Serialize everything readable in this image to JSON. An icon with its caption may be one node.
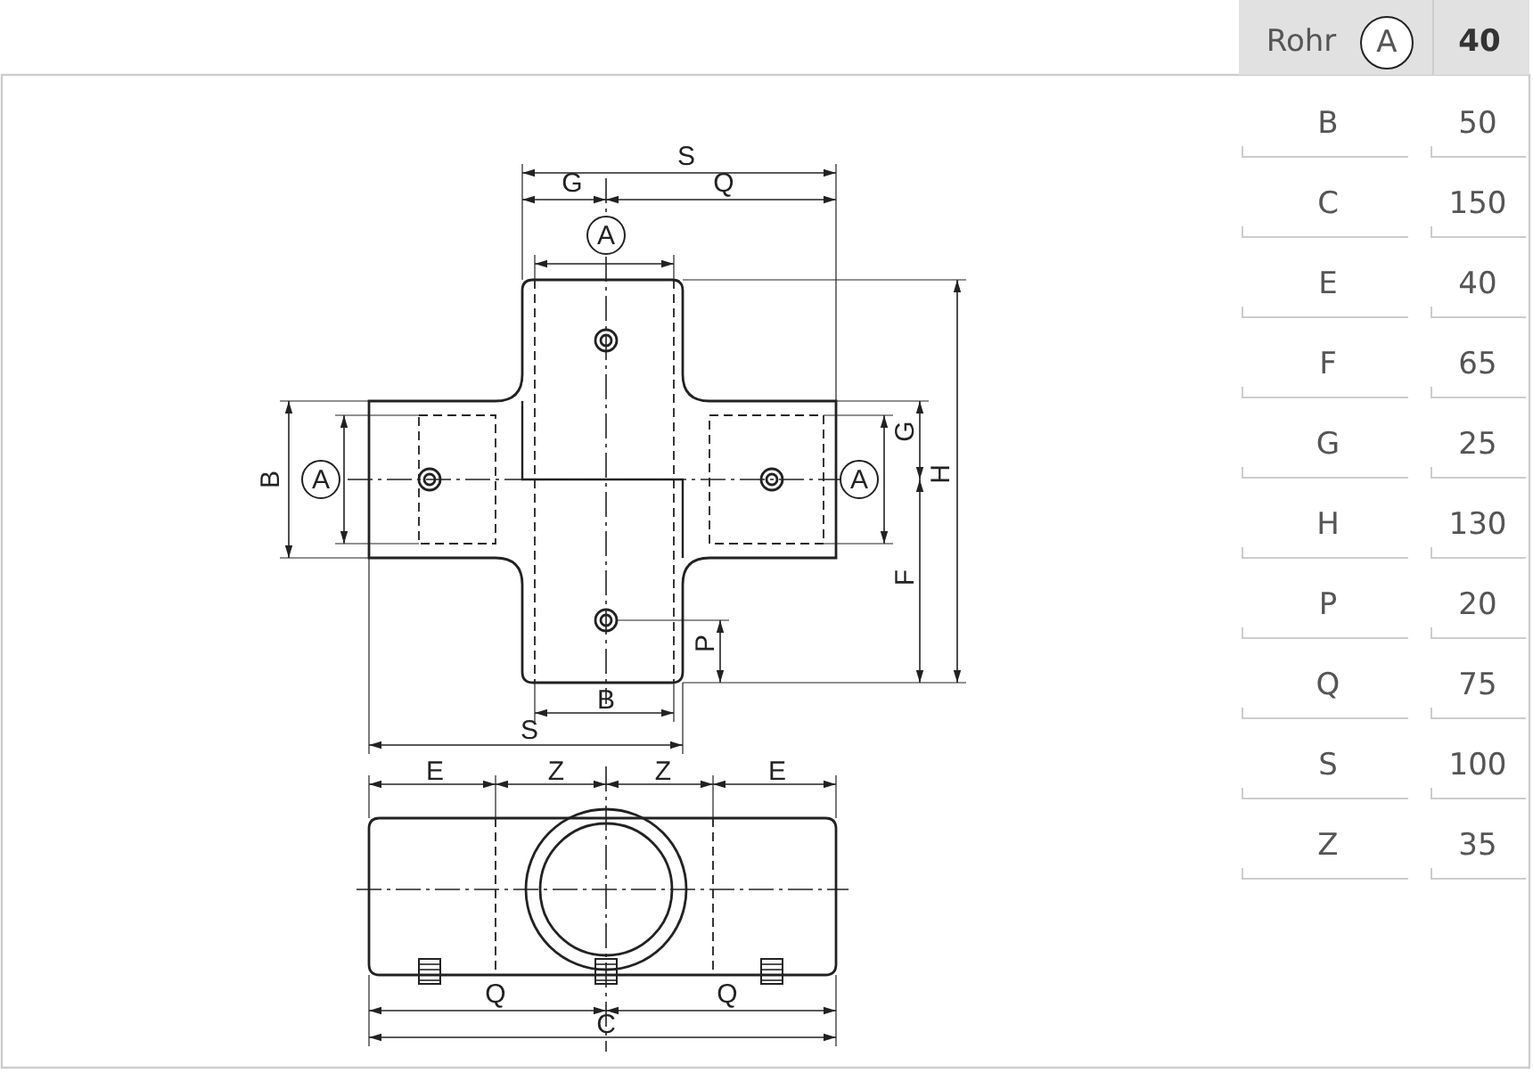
{
  "diagram": {
    "labels": [
      "Rohr",
      "A",
      "40",
      "B",
      "50",
      "C",
      "150",
      "E",
      "40",
      "F",
      "65",
      "G",
      "25",
      "H",
      "130",
      "P",
      "20",
      "Q",
      "75",
      "S",
      "100",
      "Z",
      "35",
      "S",
      "G",
      "Q",
      "A",
      "B",
      "A",
      "A",
      "G",
      "H",
      "F",
      "P",
      "B",
      "S",
      "E",
      "Z",
      "Z",
      "E",
      "Q",
      "Q",
      "C"
    ]
  }
}
